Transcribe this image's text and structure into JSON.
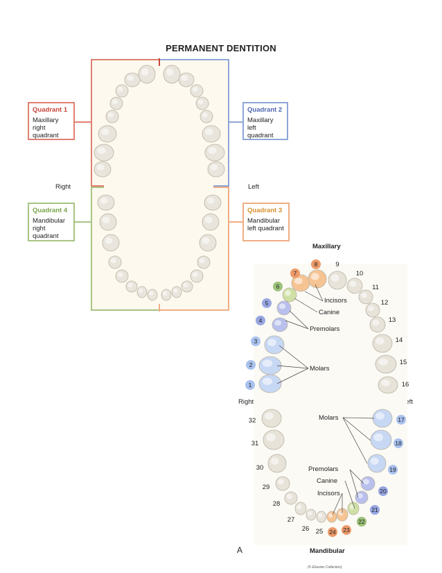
{
  "title": "PERMANENT DENTITION",
  "colors": {
    "q1": "#e07f6e",
    "q2": "#8ea5d6",
    "q3": "#efae84",
    "q4": "#a8c383",
    "q1_text": "#c9453a",
    "q2_text": "#4f67b1",
    "q3_text": "#d8902d",
    "q4_text": "#7aa44a",
    "arch_bg": "#fdf9ee",
    "tooth": "#e9e5dc"
  },
  "quadrants": {
    "q1": {
      "title": "Quadrant 1",
      "line1": "Maxillary",
      "line2": "right quadrant"
    },
    "q2": {
      "title": "Quadrant 2",
      "line1": "Maxillary",
      "line2": "left quadrant"
    },
    "q3": {
      "title": "Quadrant 3",
      "line1": "Mandibular",
      "line2": "left quadrant"
    },
    "q4": {
      "title": "Quadrant 4",
      "line1": "Mandibular",
      "line2": "right quadrant"
    }
  },
  "side_labels": {
    "right": "Right",
    "left": "Left"
  },
  "chart": {
    "maxillary_label": "Maxillary",
    "mandibular_label": "Mandibular",
    "right": "Right",
    "left": "Left",
    "panel_letter": "A",
    "copyright": "(© Elsevier Collection)",
    "upper_labels": {
      "incisors": "Incisors",
      "canine": "Canine",
      "premolars": "Premolars",
      "molars": "Molars"
    },
    "lower_labels": {
      "molars": "Molars",
      "premolars": "Premolars",
      "canine": "Canine",
      "incisors": "Incisors"
    },
    "upper_numbers": [
      "1",
      "2",
      "3",
      "4",
      "5",
      "6",
      "7",
      "8",
      "9",
      "10",
      "11",
      "12",
      "13",
      "14",
      "15",
      "16"
    ],
    "lower_numbers": [
      "17",
      "18",
      "19",
      "20",
      "21",
      "22",
      "23",
      "24",
      "25",
      "26",
      "27",
      "28",
      "29",
      "30",
      "31",
      "32"
    ]
  }
}
